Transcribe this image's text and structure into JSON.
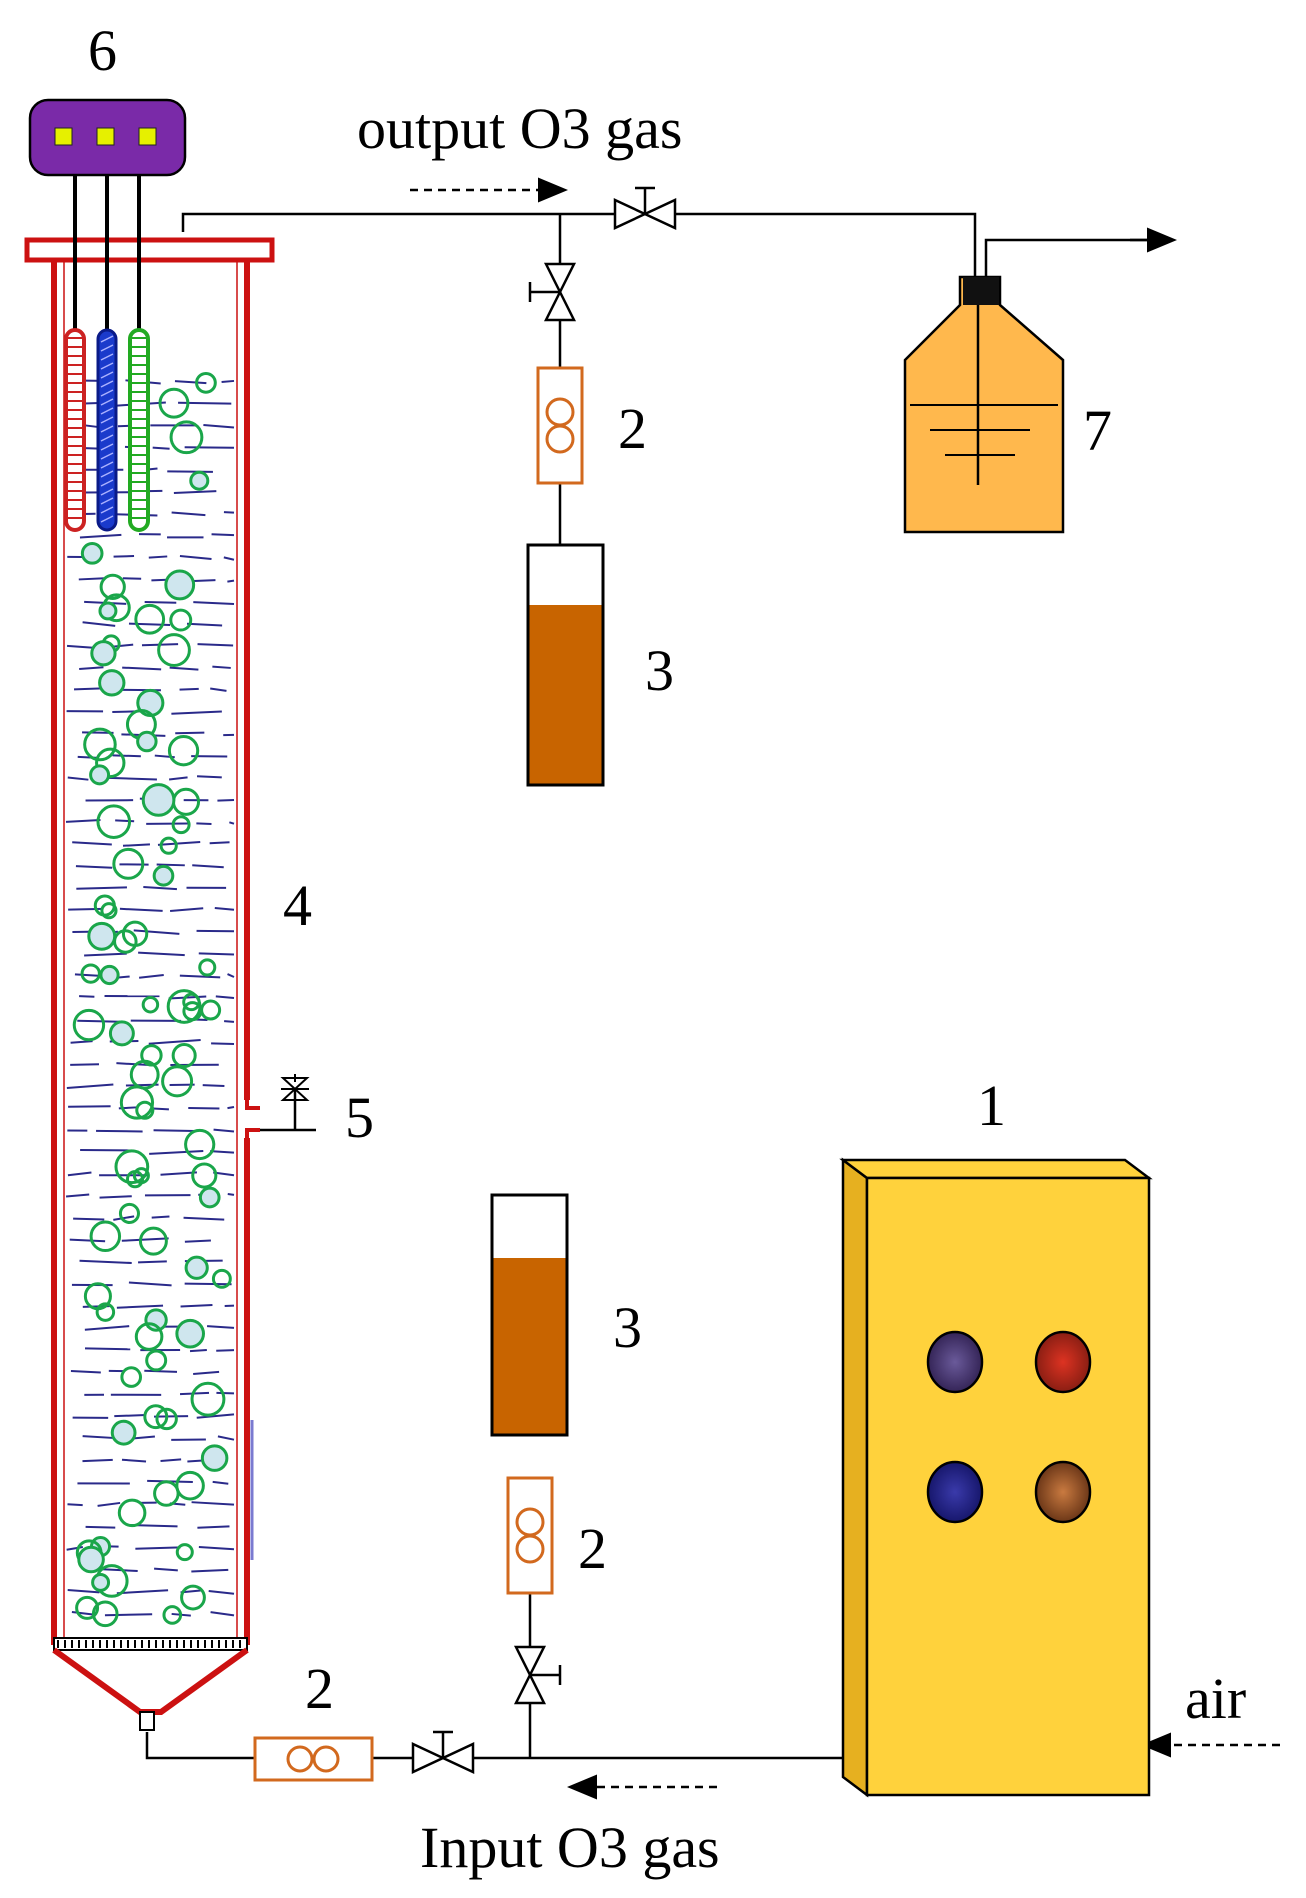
{
  "labels": {
    "n1": "1",
    "n2_a": "2",
    "n2_b": "2",
    "n2_c": "2",
    "n3_a": "3",
    "n3_b": "3",
    "n4": "4",
    "n5": "5",
    "n6": "6",
    "n7": "7",
    "output_gas": "output O3 gas",
    "input_gas": "Input O3 gas",
    "air": "air"
  },
  "colors": {
    "reactor_wall": "#cc1111",
    "bubble": "#1aa64a",
    "bubble_fill": "#cfe6ee",
    "liquid_dash": "#2a2a8a",
    "generator": "#ffd23c",
    "generator_side": "#e6b020",
    "flowmeter": "#d2691e",
    "reagent": "#c86400",
    "trap": "#ffb84d",
    "controller": "#7a2aa8",
    "probe_red": "#cc2222",
    "probe_blue": "#1a3acc",
    "probe_green": "#22aa22"
  },
  "icons": [
    "valve-icon",
    "flowmeter-icon",
    "arrow-icon"
  ]
}
